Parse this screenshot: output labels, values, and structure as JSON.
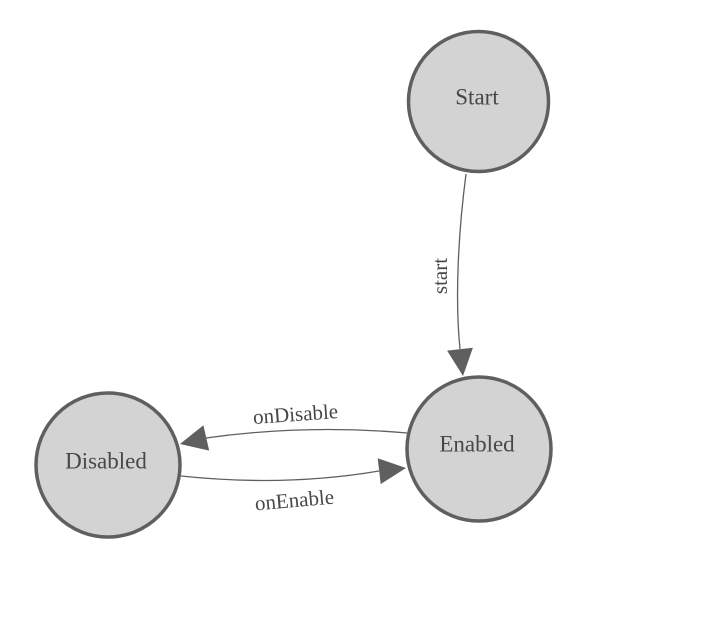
{
  "diagram": {
    "type": "state-machine",
    "background_color": "#ffffff",
    "colors": {
      "node_fill": "#d3d3d3",
      "node_stroke": "#5f5f5f",
      "edge_stroke": "#5f5f5f",
      "arrow_fill": "#5f5f5f",
      "node_label_color": "#474747",
      "edge_label_color": "#474747"
    },
    "nodes": [
      {
        "id": "start",
        "label": "Start"
      },
      {
        "id": "enabled",
        "label": "Enabled"
      },
      {
        "id": "disabled",
        "label": "Disabled"
      }
    ],
    "edges": [
      {
        "from": "start",
        "to": "enabled",
        "label": "start"
      },
      {
        "from": "enabled",
        "to": "disabled",
        "label": "onDisable"
      },
      {
        "from": "disabled",
        "to": "enabled",
        "label": "onEnable"
      }
    ]
  }
}
